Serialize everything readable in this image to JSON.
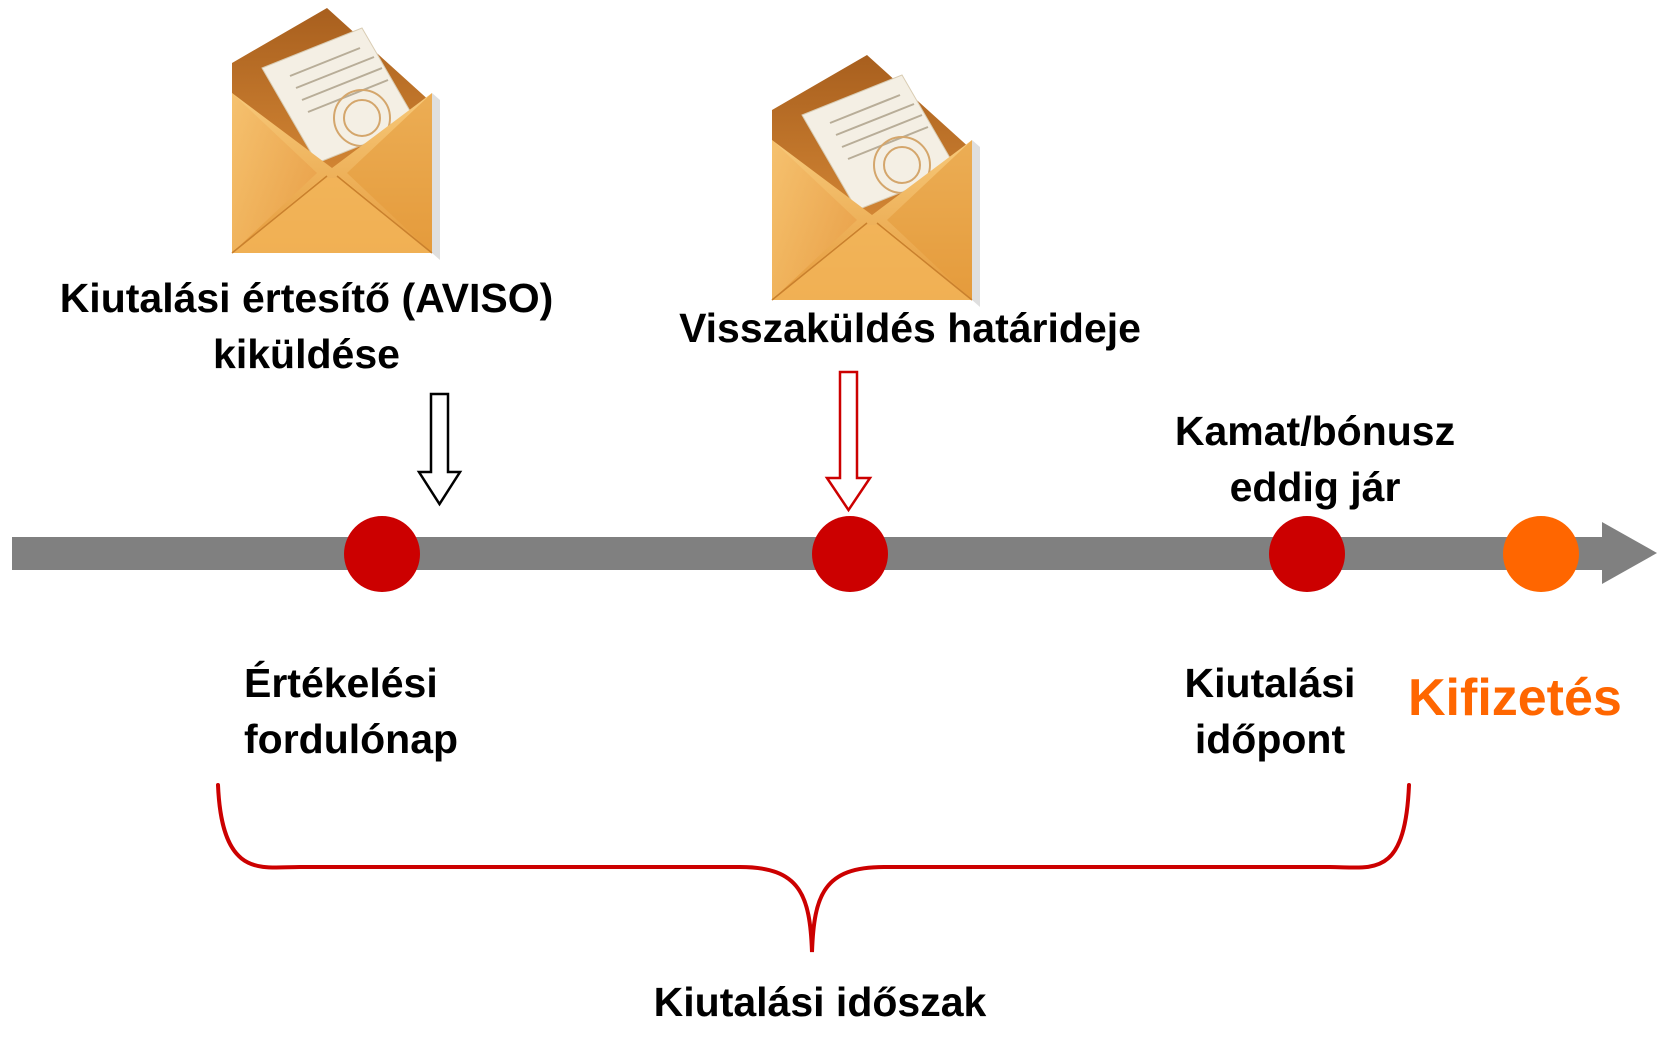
{
  "labels": {
    "aviso_line1": "Kiutalási értesítő (AVISO)",
    "aviso_line2": "kiküldése",
    "return_deadline": "Visszaküldés határideje",
    "interest_line1": "Kamat/bónusz",
    "interest_line2": "eddig jár",
    "valuation_line1": "Értékelési",
    "valuation_line2": "fordulónap",
    "allocation_line1": "Kiutalási",
    "allocation_line2": "időpont",
    "payment": "Kifizetés",
    "period": "Kiutalási időszak"
  },
  "icons": [
    "envelope-icon",
    "envelope-icon",
    "down-arrow-icon",
    "down-arrow-icon"
  ],
  "colors": {
    "timeline": "#808080",
    "milestone": "#CC0000",
    "payment": "#FF6600",
    "brace": "#CC0000",
    "arrow_black": "#000000",
    "arrow_red": "#CC0000"
  }
}
